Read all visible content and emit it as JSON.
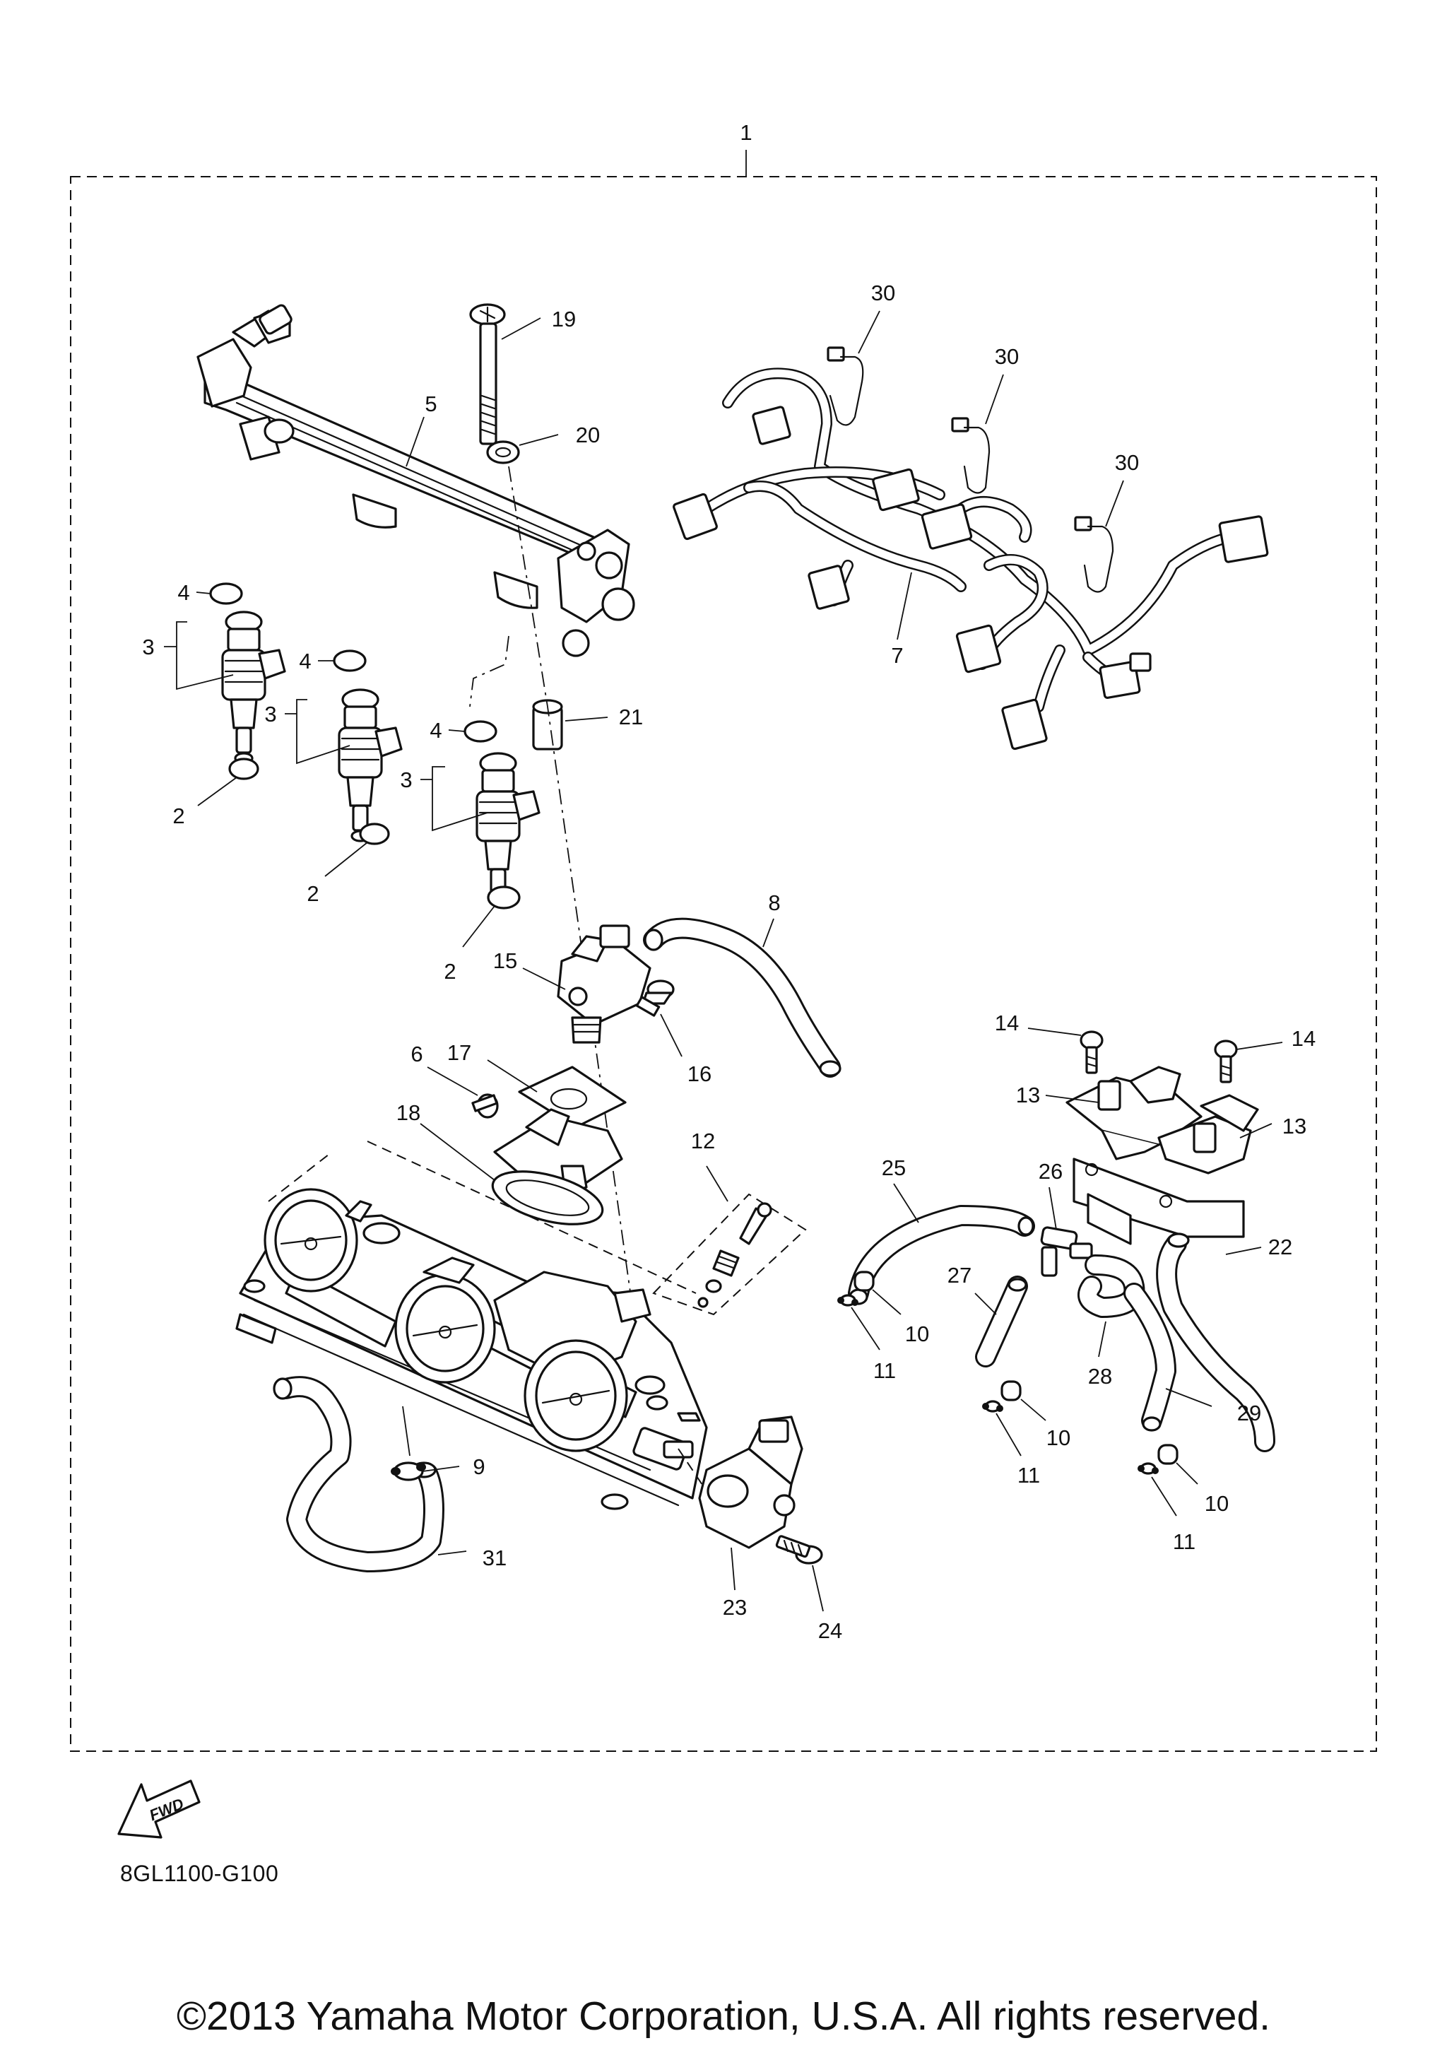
{
  "diagram": {
    "figure_code": "8GL1100-G100",
    "fwd_label": "FWD",
    "copyright": "©2013 Yamaha Motor Corporation, U.S.A. All rights reserved.",
    "callouts": [
      "1",
      "2",
      "2",
      "2",
      "3",
      "3",
      "3",
      "4",
      "4",
      "4",
      "5",
      "6",
      "7",
      "8",
      "9",
      "10",
      "10",
      "10",
      "11",
      "11",
      "11",
      "12",
      "13",
      "13",
      "14",
      "14",
      "15",
      "16",
      "17",
      "18",
      "19",
      "20",
      "21",
      "22",
      "23",
      "24",
      "25",
      "26",
      "27",
      "28",
      "29",
      "30",
      "30",
      "30",
      "31"
    ]
  }
}
